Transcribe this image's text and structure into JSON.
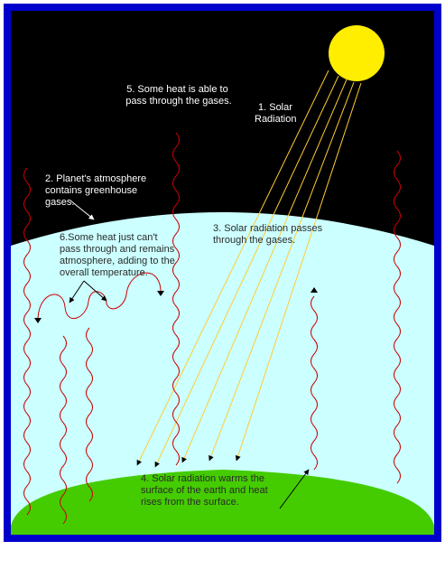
{
  "labels": {
    "step1": [
      "1. Solar",
      "Radiation"
    ],
    "step2": [
      "2. Planet's atmosphere",
      "contains  greenhouse",
      "gases."
    ],
    "step3": [
      "3. Solar radiation passes",
      "through the gases."
    ],
    "step4": [
      "4. Solar radiation warms the",
      "surface of the earth and heat",
      "rises from the surface."
    ],
    "step5": [
      "5. Some heat is able to",
      "pass through the gases."
    ],
    "step6": [
      "6.Some heat just can't",
      "pass through and remains",
      "atmosphere, adding to the",
      "overall temperature."
    ]
  },
  "colors": {
    "frame": "#0000cc",
    "space": "#000000",
    "atmosphere": "#ccffff",
    "ground": "#44cc00",
    "sun": "#ffee00",
    "solar_ray": "#ffcc33",
    "heat": "#cc0000"
  }
}
